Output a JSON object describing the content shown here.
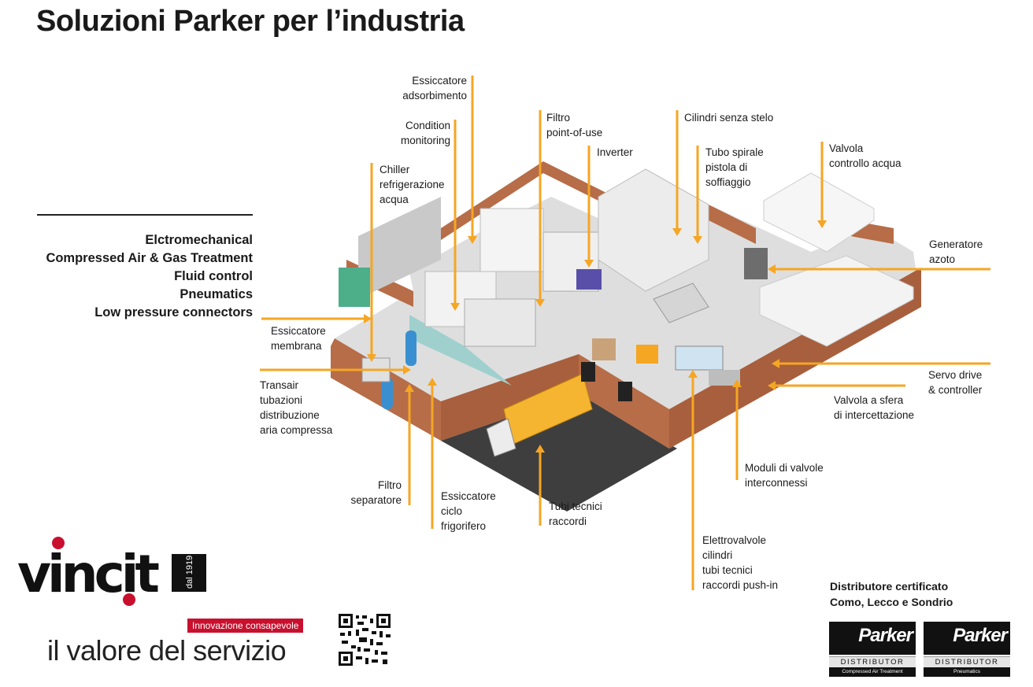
{
  "title": "Soluzioni Parker per l’industria",
  "categories": [
    "Elctromechanical",
    "Compressed Air & Gas Treatment",
    "Fluid control",
    "Pneumatics",
    "Low pressure connectors"
  ],
  "labels": {
    "essiccatore_adsorbimento": "Essiccatore\nadsorbimento",
    "condition_monitoring": "Condition\nmonitoring",
    "chiller": "Chiller\nrefrigerazione\nacqua",
    "filtro_pou": "Filtro\npoint-of-use",
    "inverter": "Inverter",
    "cilindri_senza_stelo": "Cilindri senza stelo",
    "tubo_spirale": "Tubo spirale\npistola di\nsoffiaggio",
    "valvola_controllo_acqua": "Valvola\ncontrollo acqua",
    "generatore_azoto": "Generatore\nazoto",
    "essiccatore_membrana": "Essiccatore\nmembrana",
    "transair": "Transair\ntubazioni\ndistribuzione\naria compressa",
    "servo_drive": "Servo drive\n& controller",
    "valvola_sfera": "Valvola a sfera\ndi intercettazione",
    "moduli_valvole": "Moduli di valvole\ninterconnessi",
    "filtro_separatore": "Filtro\nseparatore",
    "essiccatore_ciclo": "Essiccatore\nciclo\nfrigorifero",
    "tubi_tecnici": "Tubi tecnici\nraccordi",
    "elettrovalvole": "Elettrovalvole\ncilindri\ntubi tecnici\nraccordi push-in"
  },
  "brand": {
    "logo_text": "vincit",
    "since": "dal 1919",
    "badge": "Innovazione consapevole",
    "tagline": "il valore del servizio"
  },
  "distributor": {
    "line1": "Distributore certificato",
    "line2": "Como, Lecco e Sondrio",
    "logo_name": "Parker",
    "logo_word": "DISTRIBUTOR",
    "logo1_sub": "Compressed Air Treatment",
    "logo2_sub": "Pneumatics"
  },
  "colors": {
    "accent": "#f5a623",
    "brick": "#b06a45",
    "floor": "#d9d9d9",
    "brand_red": "#c8102e"
  }
}
